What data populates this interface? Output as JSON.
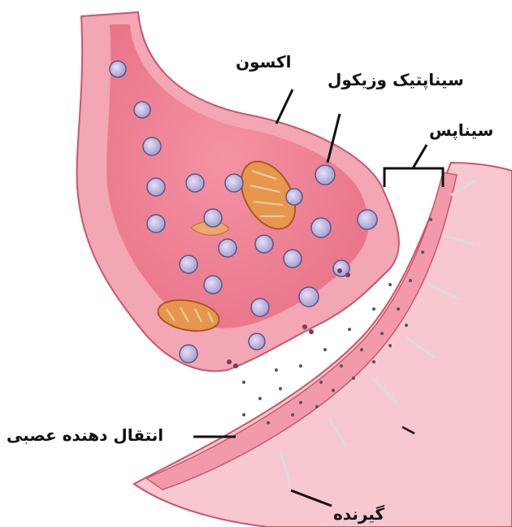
{
  "labels": {
    "axon": "اکسون",
    "synaptic_vesicle": "سیناپتیک وزیکول",
    "synapse": "سیناپس",
    "neurotransmitter": "انتقال دهنده عصبی",
    "receptor": "گیرنده"
  },
  "colors": {
    "axon_outer": "#f3a6b4",
    "axon_inner": "#ee7d90",
    "axon_edge": "#c9566c",
    "postsynaptic": "#f6b7c2",
    "postsynaptic_inner": "#f7c8d0",
    "receptor_line": "#d9d9d9",
    "vesicle_fill": "#c9c3e6",
    "vesicle_edge": "#5c5688",
    "mitochondria": "#e8964e",
    "pointer_line": "#111111"
  }
}
